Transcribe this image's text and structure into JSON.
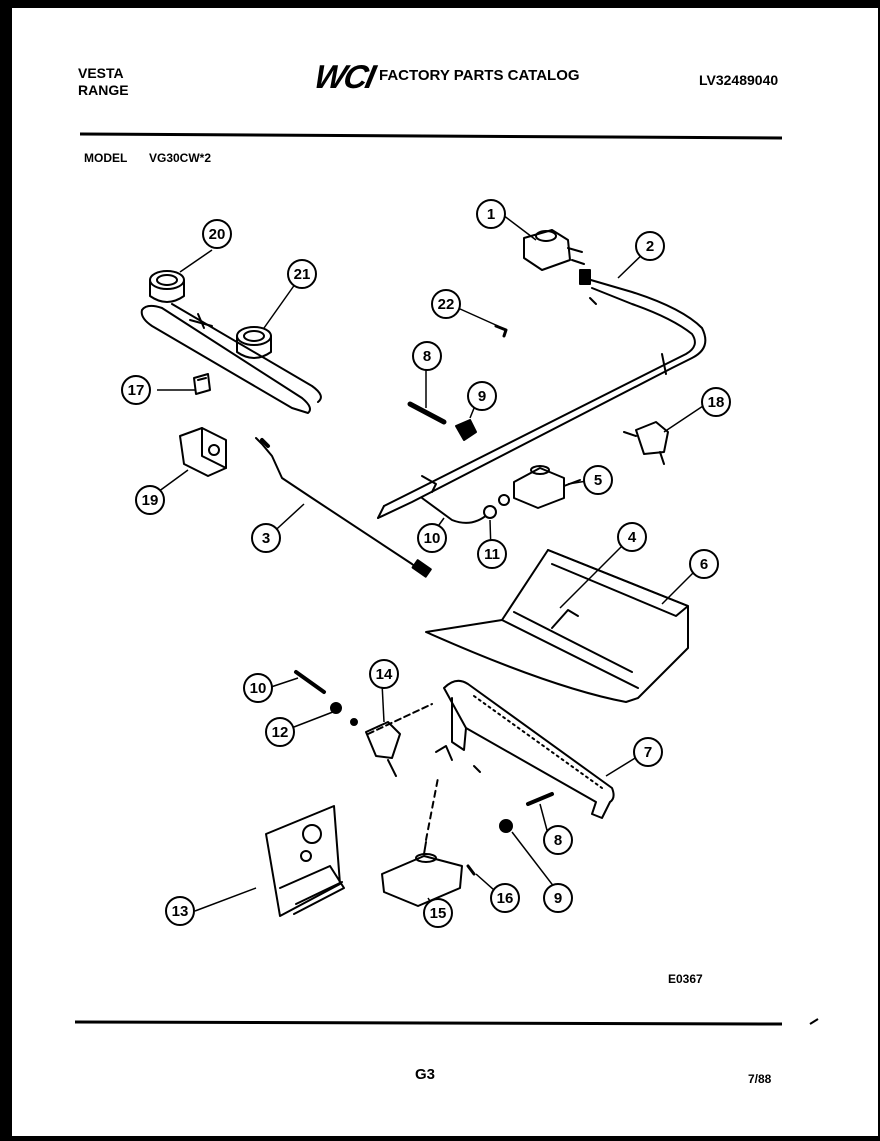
{
  "header": {
    "brand_line1": "VESTA",
    "brand_line2": "RANGE",
    "logo_text": "WCI",
    "catalog_title": "FACTORY PARTS CATALOG",
    "catalog_number": "LV32489040",
    "model_label": "MODEL",
    "model_value": "VG30CW*2"
  },
  "diagram": {
    "callouts": [
      "1",
      "2",
      "3",
      "4",
      "5",
      "6",
      "7",
      "8",
      "9",
      "10",
      "11",
      "12",
      "13",
      "14",
      "15",
      "16",
      "17",
      "18",
      "19",
      "20",
      "21",
      "22",
      "8",
      "9",
      "10"
    ],
    "figure_code": "E0367"
  },
  "footer": {
    "page": "G3",
    "date": "7/88"
  }
}
